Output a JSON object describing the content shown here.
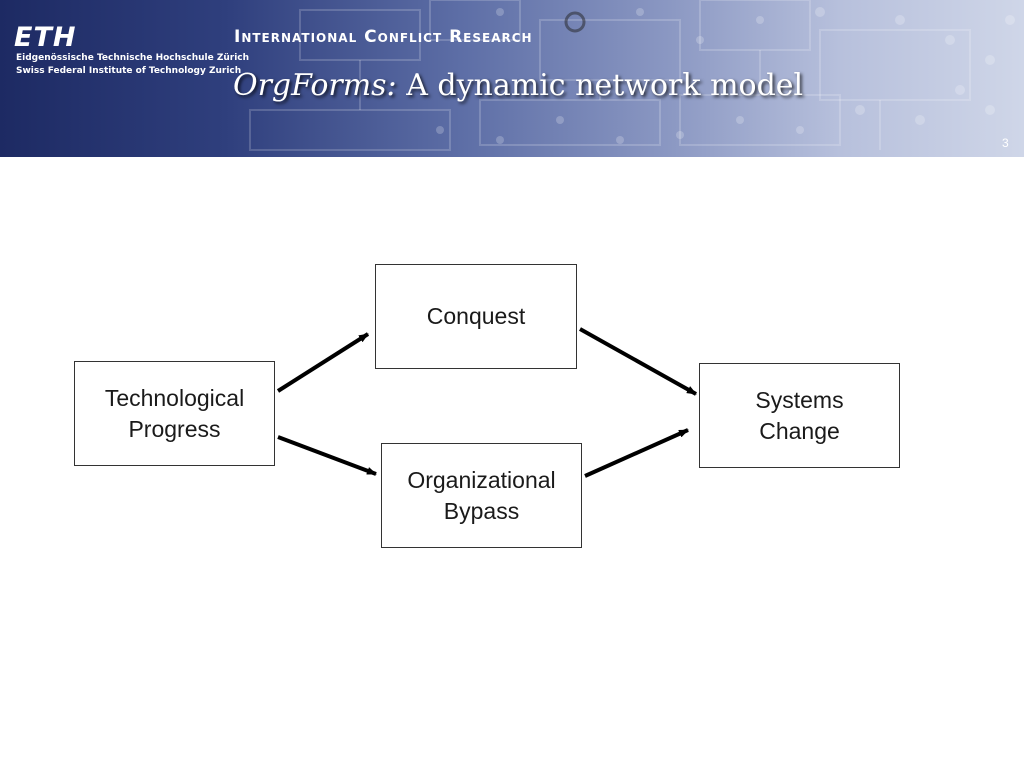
{
  "header": {
    "eth_logo": "ETH",
    "eth_name_de": "Eidgenössische Technische Hochschule Zürich",
    "eth_name_en": "Swiss Federal Institute of Technology Zurich",
    "program": "International Conflict Research",
    "title_italic": "OrgForms:",
    "title_rest": " A dynamic network model",
    "page_number": "3"
  },
  "diagram": {
    "nodes": {
      "tech_progress": {
        "line1": "Technological",
        "line2": "Progress"
      },
      "conquest": {
        "line1": "Conquest"
      },
      "org_bypass": {
        "line1": "Organizational",
        "line2": "Bypass"
      },
      "systems_change": {
        "line1": "Systems",
        "line2": "Change"
      }
    },
    "edges": [
      {
        "from": "tech_progress",
        "to": "conquest"
      },
      {
        "from": "tech_progress",
        "to": "org_bypass"
      },
      {
        "from": "conquest",
        "to": "systems_change"
      },
      {
        "from": "org_bypass",
        "to": "systems_change"
      }
    ],
    "colors": {
      "arrow": "#000000",
      "box_border": "#333333"
    }
  }
}
